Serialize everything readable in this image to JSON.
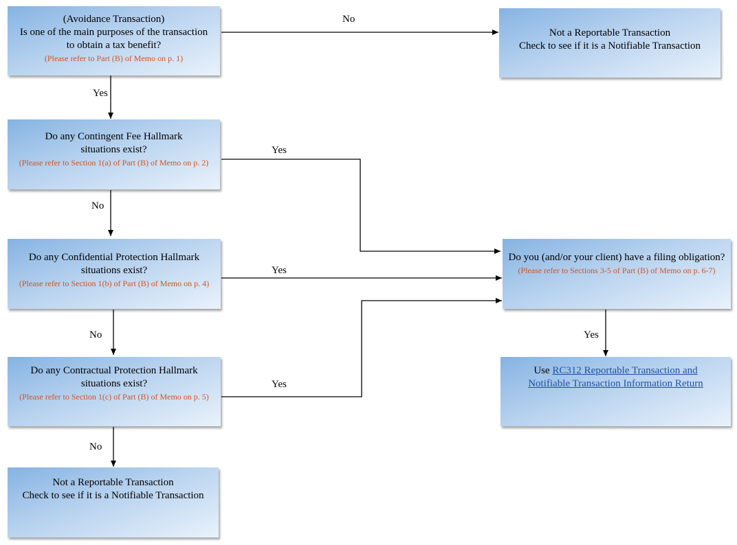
{
  "nodes": {
    "q1": {
      "line1": "(Avoidance Transaction)",
      "line2": "Is one of the main purposes of the transaction",
      "line3": "to obtain a tax benefit?",
      "ref": "(Please refer to Part (B) of Memo on p. 1)"
    },
    "not_reportable_top": {
      "line1": "Not a Reportable Transaction",
      "line2": "Check to see if it is a Notifiable Transaction"
    },
    "q2": {
      "line1": "Do any Contingent Fee Hallmark",
      "line2": "situations exist?",
      "ref": "(Please refer to Section 1(a) of Part (B) of Memo on p. 2)"
    },
    "q3": {
      "line1": "Do any Confidential Protection Hallmark",
      "line2": "situations exist?",
      "ref": "(Please refer to Section 1(b) of Part (B) of Memo on p. 4)"
    },
    "q4": {
      "line1": "Do any Contractual Protection Hallmark",
      "line2": "situations exist?",
      "ref": "(Please refer to Section 1(c) of Part (B) of Memo on p. 5)"
    },
    "not_reportable_bottom": {
      "line1": "Not a Reportable Transaction",
      "line2": "Check to see if it is a Notifiable Transaction"
    },
    "filing": {
      "line1": "Do you (and/or your client) have a filing obligation?",
      "ref": "(Please refer to Sections 3-5 of Part (B) of Memo on p. 6-7)"
    },
    "rc312": {
      "prefix": "Use ",
      "link_line1": "RC312 Reportable Transaction and",
      "link_line2": "Notifiable Transaction Information Return"
    }
  },
  "edge_labels": {
    "q1_no": "No",
    "q1_yes": "Yes",
    "q2_yes": "Yes",
    "q2_no": "No",
    "q3_yes": "Yes",
    "q3_no": "No",
    "q4_yes": "Yes",
    "q4_no": "No",
    "filing_yes": "Yes"
  },
  "colors": {
    "box_gradient": [
      "#86b3e2",
      "#b7d2ef",
      "#e9f2fb"
    ],
    "reference_text": "#d0541e",
    "link_text": "#1f4fa8",
    "connector": "#000000"
  }
}
